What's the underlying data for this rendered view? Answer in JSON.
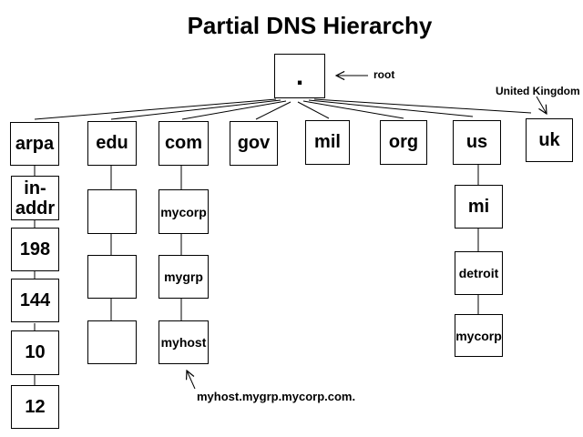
{
  "title": "Partial DNS Hierarchy",
  "colors": {
    "background": "#ffffff",
    "line": "#000000",
    "text": "#000000"
  },
  "nodes": {
    "root": ".",
    "top_level": {
      "arpa": "arpa",
      "edu": "edu",
      "com": "com",
      "gov": "gov",
      "mil": "mil",
      "org": "org",
      "us": "us",
      "uk": "uk"
    },
    "arpa_children": {
      "in_addr": "in-\naddr",
      "n198": "198",
      "n144": "144",
      "n10": "10",
      "n12": "12"
    },
    "edu_children": {
      "child1": "",
      "child2": "",
      "child3": ""
    },
    "com_children": {
      "mycorp": "mycorp",
      "mygrp": "mygrp",
      "myhost": "myhost"
    },
    "us_children": {
      "mi": "mi",
      "detroit": "detroit",
      "mycorp": "mycorp"
    }
  },
  "annotations": {
    "root_pointer": "root",
    "uk_pointer": "United Kingdom",
    "fqdn_pointer": "myhost.mygrp.mycorp.com."
  }
}
